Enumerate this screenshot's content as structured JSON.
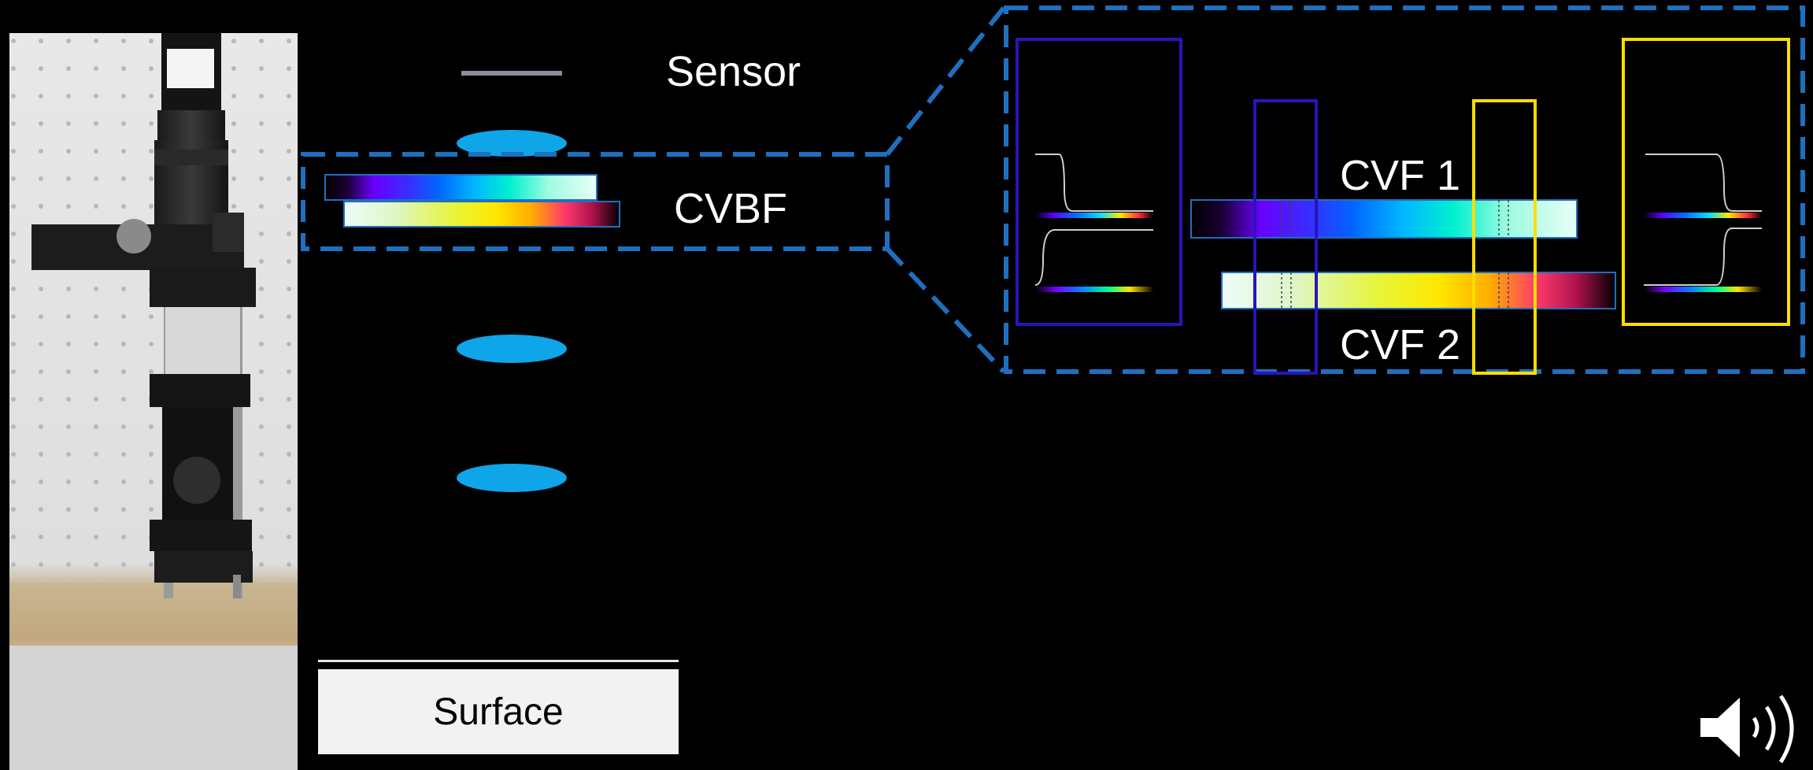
{
  "labels": {
    "sensor": "Sensor",
    "cvbf": "CVBF",
    "cvf1": "CVF 1",
    "cvf2": "CVF 2",
    "surface": "Surface"
  },
  "colors": {
    "lens": "#0fa5e9",
    "dash_box": "#1f6fbf",
    "blue_box": "#2a14b8",
    "yellow_box": "#ffdd00",
    "sensor_line": "#8c8c9a"
  },
  "icons": {
    "speaker": "speaker-icon",
    "photo": "optical-setup-photo"
  }
}
